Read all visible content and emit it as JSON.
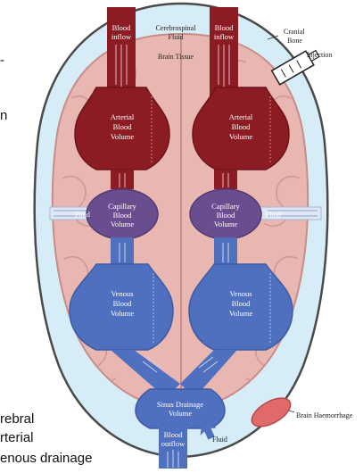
{
  "labels": {
    "csf": [
      "Cerebrospinal",
      "Fluid"
    ],
    "cranial_bone": [
      "Cranial",
      "Bone"
    ],
    "injection": "Injection",
    "brain_tissue": "Brain Tissue",
    "blood_inflow": [
      "Blood",
      "inflow"
    ],
    "arterial": [
      "Arterial",
      "Blood",
      "Volume"
    ],
    "capillary": [
      "Capillary",
      "Blood",
      "Volume"
    ],
    "venous": [
      "Venous",
      "Blood",
      "Volume"
    ],
    "fluid": "Fluid",
    "sinus": [
      "Sinus Drainage",
      "Volume"
    ],
    "blood_outflow": [
      "Blood",
      "outflow"
    ],
    "haemorrhage": "Brain Haemorrhage"
  },
  "edge_text": {
    "top_dash": "-",
    "n": "n",
    "rebral": "rebral",
    "rterial": "rterial",
    "venous_drainage": "enous drainage"
  },
  "colors": {
    "artery": "#8b1c24",
    "artery_light": "#a52a31",
    "capillary": "#6a4d8f",
    "vein": "#4f6fbf",
    "brain": "#e8b7b1",
    "brain_outline": "#c98c89",
    "csf": "#d6ecf6",
    "skull": "#4a4a4a",
    "haemorrhage": "#e06a6a"
  }
}
